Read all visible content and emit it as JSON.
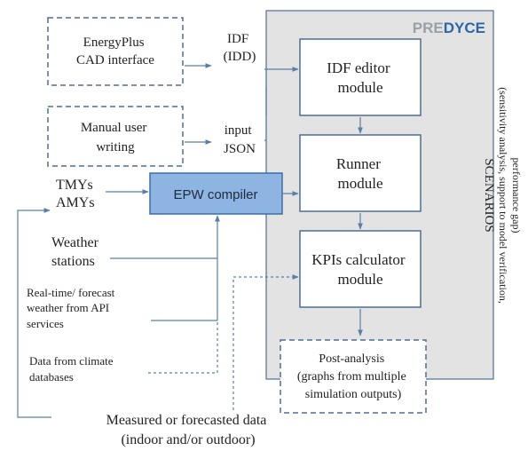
{
  "brand": {
    "pre": "PRE",
    "dyce": "DYCE",
    "pre_color": "#9aa0a8",
    "dyce_color": "#2b66a6"
  },
  "colors": {
    "panel_fill": "#e3e3e3",
    "panel_stroke": "#4e6e96",
    "line": "#5a7fa6",
    "epw_fill": "#8db4e2",
    "epw_stroke": "#3a6ea5"
  },
  "sources": {
    "eplus": [
      "EnergyPlus",
      "CAD interface"
    ],
    "manual": [
      "Manual user",
      "writing"
    ],
    "idf": [
      "IDF",
      "(IDD)"
    ],
    "input_json": [
      "input",
      "JSON"
    ],
    "tmy": [
      "TMYs",
      "AMYs"
    ],
    "weather_stations": [
      "Weather",
      "stations"
    ],
    "api": [
      "Real-time/ forecast",
      "weather from API",
      "services"
    ],
    "climate_db": [
      "Data from climate",
      "databases"
    ],
    "measured": [
      "Measured or forecasted data",
      "(indoor and/or outdoor)"
    ]
  },
  "epw_compiler": "EPW compiler",
  "modules": {
    "idf_editor": [
      "IDF editor",
      "module"
    ],
    "runner": [
      "Runner",
      "module"
    ],
    "kpis": [
      "KPIs calculator",
      "module"
    ]
  },
  "post_analysis": [
    "Post-analysis",
    "(graphs from multiple",
    "simulation outputs)"
  ],
  "scenarios": {
    "title": "SCENARIOS",
    "line1": "(sensitivity analysis, support to model verification,",
    "line2": "performance gap)"
  }
}
